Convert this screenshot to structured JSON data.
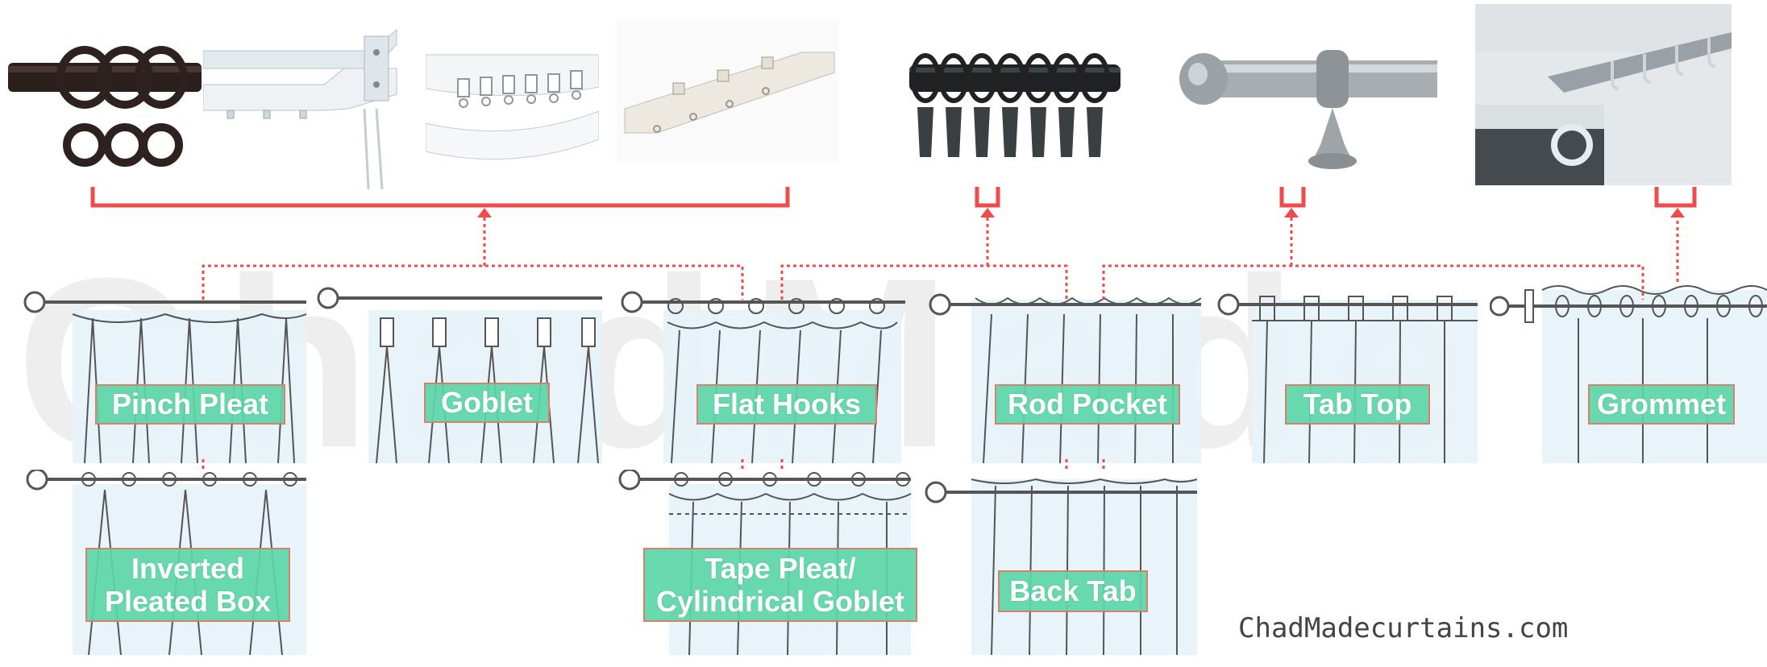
{
  "watermark": "ChadMade",
  "colors": {
    "connector": "#ef4b4b",
    "label_fill": "#5cd6a8",
    "label_border": "#d9806a",
    "drapery_fill": "#e6f3fa",
    "rod": "#555555"
  },
  "hardware": [
    {
      "name": "rings-on-rod-icon"
    },
    {
      "name": "curtain-track-icon"
    },
    {
      "name": "curved-track-icon"
    },
    {
      "name": "straight-track-icon"
    },
    {
      "name": "clip-rings-icon"
    },
    {
      "name": "metal-rod-with-bracket-icon"
    },
    {
      "name": "ceiling-track-with-grommet-icon"
    }
  ],
  "styles": [
    {
      "label": "Pinch Pleat"
    },
    {
      "label": "Goblet"
    },
    {
      "label": "Flat Hooks"
    },
    {
      "label": "Rod Pocket"
    },
    {
      "label": "Tab Top"
    },
    {
      "label": "Grommet"
    },
    {
      "label": "Inverted\nPleated Box"
    },
    {
      "label": "Tape Pleat/\nCylindrical Goblet"
    },
    {
      "label": "Back Tab"
    }
  ],
  "brand": "ChadMadecurtains.com"
}
